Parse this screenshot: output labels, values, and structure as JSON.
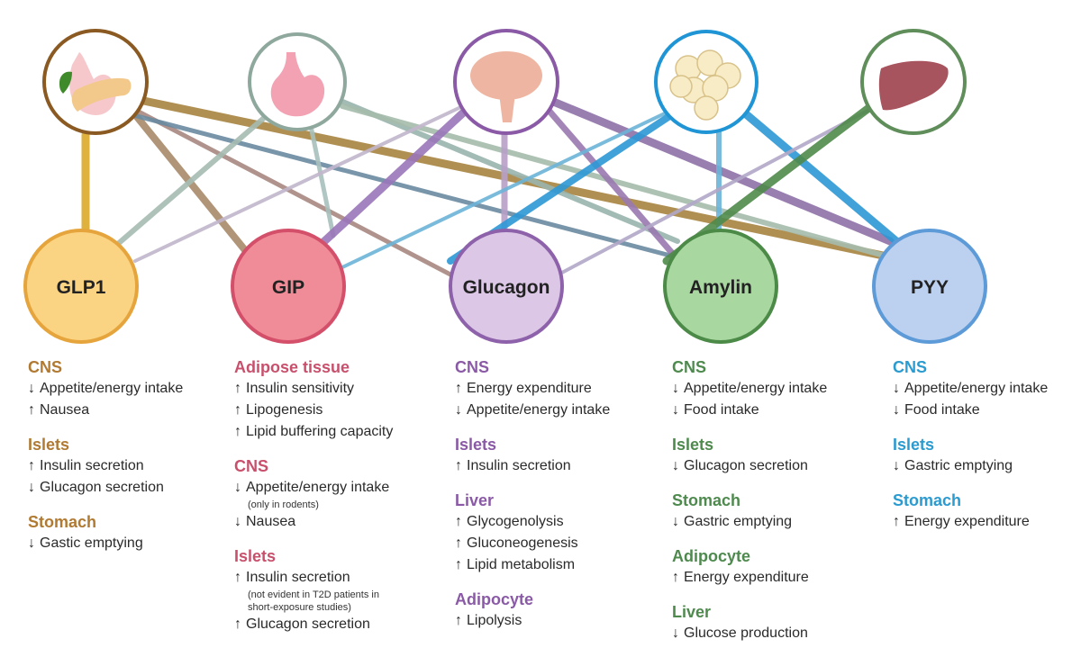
{
  "colors": {
    "glp1": "#b07a32",
    "gip": "#c8506c",
    "glucagon": "#8a5aa6",
    "amylin": "#4e8a4e",
    "pyy": "#2b9bd0"
  },
  "organs": [
    {
      "name": "pancreas-stomach-icon",
      "ring": "#8a5a22"
    },
    {
      "name": "stomach-icon",
      "ring": "#8fa89e"
    },
    {
      "name": "brain-icon",
      "ring": "#8a5aa6"
    },
    {
      "name": "adipocyte-icon",
      "ring": "#1f95d6"
    },
    {
      "name": "liver-icon",
      "ring": "#5f8e5a"
    }
  ],
  "hormones": [
    {
      "label": "GLP1",
      "fill": "#fbd483",
      "stroke": "#e6a53c"
    },
    {
      "label": "GIP",
      "fill": "#f08c98",
      "stroke": "#d4506a"
    },
    {
      "label": "Glucagon",
      "fill": "#dcc8e6",
      "stroke": "#8e62aa"
    },
    {
      "label": "Amylin",
      "fill": "#a9d7a0",
      "stroke": "#4c8a48"
    },
    {
      "label": "PYY",
      "fill": "#bcd0ef",
      "stroke": "#5c9ad8"
    }
  ],
  "columns": [
    {
      "sections": [
        {
          "title": "CNS",
          "effects": [
            {
              "arrow": "↓",
              "text": "Appetite/energy intake"
            },
            {
              "arrow": "↑",
              "text": "Nausea"
            }
          ]
        },
        {
          "title": "Islets",
          "effects": [
            {
              "arrow": "↑",
              "text": "Insulin secretion"
            },
            {
              "arrow": "↓",
              "text": "Glucagon secretion"
            }
          ]
        },
        {
          "title": "Stomach",
          "effects": [
            {
              "arrow": "↓",
              "text": "Gastic emptying"
            }
          ]
        }
      ]
    },
    {
      "sections": [
        {
          "title": "Adipose tissue",
          "effects": [
            {
              "arrow": "↑",
              "text": "Insulin sensitivity"
            },
            {
              "arrow": "↑",
              "text": "Lipogenesis"
            },
            {
              "arrow": "↑",
              "text": "Lipid buffering capacity"
            }
          ]
        },
        {
          "title": "CNS",
          "effects": [
            {
              "arrow": "↓",
              "text": "Appetite/energy intake",
              "note": [
                "(only in rodents)"
              ]
            },
            {
              "arrow": "↓",
              "text": "Nausea"
            }
          ]
        },
        {
          "title": "Islets",
          "effects": [
            {
              "arrow": "↑",
              "text": "Insulin secretion",
              "note": [
                "(not evident in T2D patients in",
                "short-exposure studies)"
              ]
            },
            {
              "arrow": "↑",
              "text": "Glucagon secretion"
            }
          ]
        }
      ]
    },
    {
      "sections": [
        {
          "title": "CNS",
          "effects": [
            {
              "arrow": "↑",
              "text": "Energy expenditure"
            },
            {
              "arrow": "↓",
              "text": "Appetite/energy intake"
            }
          ]
        },
        {
          "title": "Islets",
          "effects": [
            {
              "arrow": "↑",
              "text": "Insulin secretion"
            }
          ]
        },
        {
          "title": "Liver",
          "effects": [
            {
              "arrow": "↑",
              "text": "Glycogenolysis"
            },
            {
              "arrow": "↑",
              "text": "Gluconeogenesis"
            },
            {
              "arrow": "↑",
              "text": "Lipid metabolism"
            }
          ]
        },
        {
          "title": "Adipocyte",
          "effects": [
            {
              "arrow": "↑",
              "text": "Lipolysis"
            }
          ]
        }
      ]
    },
    {
      "sections": [
        {
          "title": "CNS",
          "effects": [
            {
              "arrow": "↓",
              "text": "Appetite/energy intake"
            },
            {
              "arrow": "↓",
              "text": "Food intake"
            }
          ]
        },
        {
          "title": "Islets",
          "effects": [
            {
              "arrow": "↓",
              "text": "Glucagon secretion"
            }
          ]
        },
        {
          "title": "Stomach",
          "effects": [
            {
              "arrow": "↓",
              "text": "Gastric emptying"
            }
          ]
        },
        {
          "title": "Adipocyte",
          "effects": [
            {
              "arrow": "↑",
              "text": "Energy expenditure"
            }
          ]
        },
        {
          "title": "Liver",
          "effects": [
            {
              "arrow": "↓",
              "text": "Glucose production"
            }
          ]
        }
      ]
    },
    {
      "sections": [
        {
          "title": "CNS",
          "effects": [
            {
              "arrow": "↓",
              "text": "Appetite/energy intake"
            },
            {
              "arrow": "↓",
              "text": "Food intake"
            }
          ]
        },
        {
          "title": "Islets",
          "effects": [
            {
              "arrow": "↓",
              "text": "Gastric emptying"
            }
          ]
        },
        {
          "title": "Stomach",
          "effects": [
            {
              "arrow": "↑",
              "text": "Energy expenditure"
            }
          ]
        }
      ]
    }
  ]
}
